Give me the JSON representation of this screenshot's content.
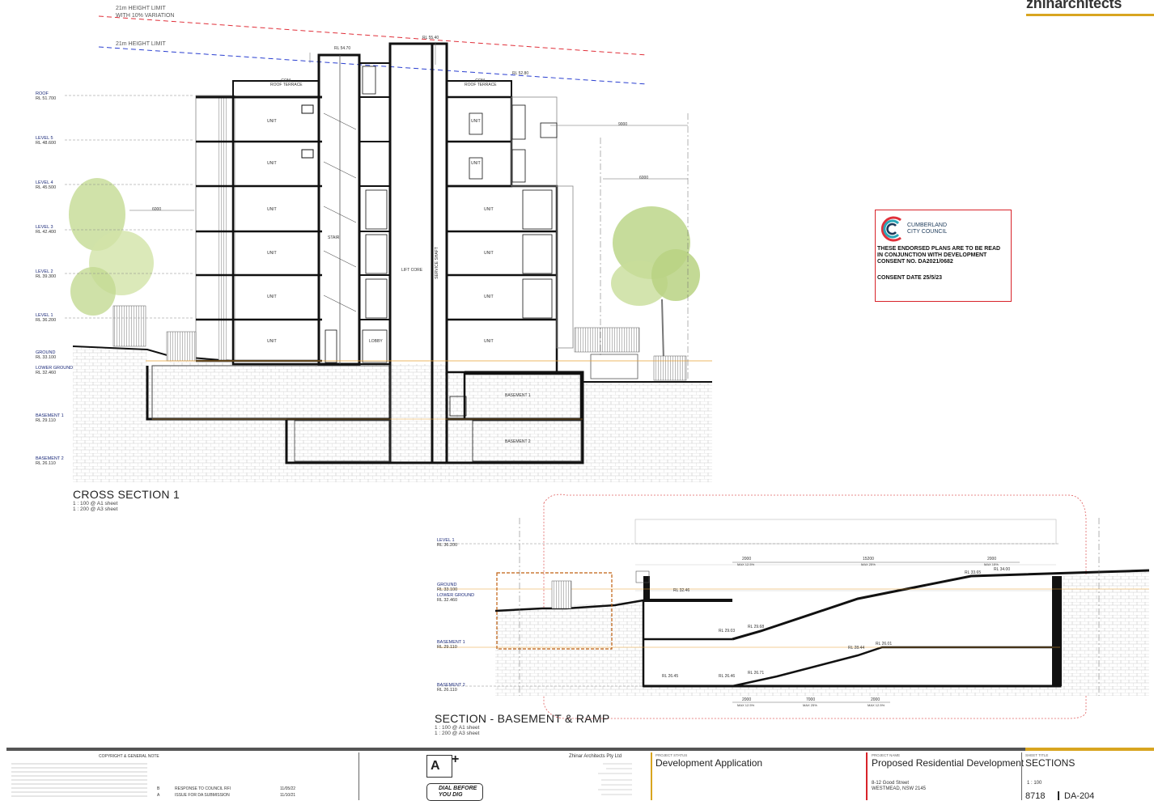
{
  "brand": {
    "logo_text": "zhinarchitects",
    "accent_color": "#d8a520"
  },
  "height_limits": {
    "upper": [
      "21m HEIGHT LIMIT",
      "WITH 10% VARIATION"
    ],
    "lower": "21m HEIGHT LIMIT",
    "upper_color": "#e0303a",
    "lower_color": "#2a3fd0"
  },
  "section1": {
    "title": "CROSS SECTION 1",
    "scale_a1": "1 : 100 @ A1 sheet",
    "scale_a3": "1 : 200 @ A3 sheet",
    "levels": [
      {
        "name": "ROOF",
        "rl": "RL 51.700"
      },
      {
        "name": "LEVEL 5",
        "rl": "RL 48.600"
      },
      {
        "name": "LEVEL 4",
        "rl": "RL 45.500"
      },
      {
        "name": "LEVEL 3",
        "rl": "RL 42.400"
      },
      {
        "name": "LEVEL 2",
        "rl": "RL 39.300"
      },
      {
        "name": "LEVEL 1",
        "rl": "RL 36.200"
      },
      {
        "name": "GROUND",
        "rl": "RL 33.100"
      },
      {
        "name": "LOWER GROUND",
        "rl": "RL 32.460"
      },
      {
        "name": "BASEMENT 1",
        "rl": "RL 29.110"
      },
      {
        "name": "BASEMENT 2",
        "rl": "RL 26.110"
      }
    ],
    "rooms": {
      "unit": "UNIT",
      "stair": "STAIR",
      "lobby": "LOBBY",
      "lift_core": "LIFT CORE",
      "service_shaft": "SERVICE SHAFT",
      "basement1": "BASEMENT 1",
      "basement2": "BASEMENT 2",
      "roof_terrace": "ROOF TERRACE",
      "com": "COM."
    },
    "rl_tags": [
      "RL 55.40",
      "RL 54.70",
      "RL 52.80"
    ],
    "dims": [
      "6000",
      "9000",
      "6000"
    ]
  },
  "section2": {
    "title": "SECTION - BASEMENT & RAMP",
    "scale_a1": "1 : 100 @ A1 sheet",
    "scale_a3": "1 : 200 @ A3 sheet",
    "levels": [
      {
        "name": "LEVEL 1",
        "rl": "RL 36.200"
      },
      {
        "name": "GROUND",
        "rl": "RL 33.100"
      },
      {
        "name": "LOWER GROUND",
        "rl": "RL 32.460"
      },
      {
        "name": "BASEMENT 1",
        "rl": "RL 29.110"
      },
      {
        "name": "BASEMENT 2",
        "rl": "RL 26.110"
      }
    ],
    "rl_tags": [
      "RL 32.46",
      "RL 33.65",
      "RL 34.00",
      "RL 29.03",
      "RL 29.68",
      "RL 28.44",
      "RL 26.01",
      "RL 26.45",
      "RL 26.46",
      "RL 26.71"
    ],
    "top_dims": [
      "2000",
      "15200",
      "2000"
    ],
    "top_grades": [
      "MAX 12.5%",
      "MAX 25%",
      "MAX 15%"
    ],
    "bottom_dims": [
      "2000",
      "7000",
      "2000"
    ],
    "bottom_grades": [
      "MAX 12.5%",
      "MAX 25%",
      "MAX 12.5%"
    ]
  },
  "stamp": {
    "org_line1": "CUMBERLAND",
    "org_line2": "CITY COUNCIL",
    "text1": "THESE ENDORSED PLANS ARE TO BE READ",
    "text2": "IN CONJUNCTION WITH DEVELOPMENT",
    "text3": "CONSENT NO. DA2021/0682",
    "date": "CONSENT DATE 25/5/23"
  },
  "title_block": {
    "copyright_heading": "COPYRIGHT & GENERAL NOTE",
    "revisions": [
      {
        "rev": "B",
        "desc": "RESPONSE TO COUNCIL RFI",
        "date": "11/05/22"
      },
      {
        "rev": "A",
        "desc": "ISSUE FOR DA SUBMISSION",
        "date": "11/10/21"
      }
    ],
    "dial": "DIAL BEFORE YOU DIG",
    "firm": "Zhinar Architects Pty Ltd",
    "project_status_label": "PROJECT STATUS",
    "project_status": "Development Application",
    "project_name_label": "PROJECT NAME",
    "project_name": "Proposed Residential Development",
    "address1": "8-12 Good Street",
    "address2": "WESTMEAD, NSW 2145",
    "sheet_title_label": "SHEET TITLE",
    "sheet_title": "SECTIONS",
    "scale": "1 : 100",
    "job_no": "8718",
    "drawing_no": "DA-204"
  }
}
